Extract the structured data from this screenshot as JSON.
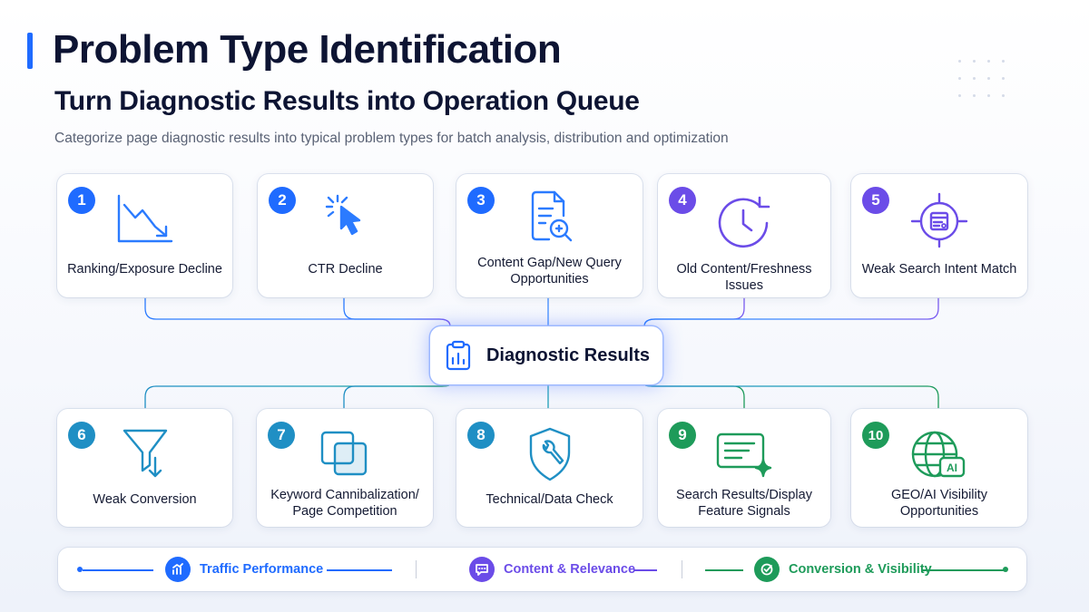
{
  "header": {
    "title": "Problem Type Identification",
    "subtitle": "Turn Diagnostic Results into Operation Queue",
    "description": "Categorize page diagnostic results into typical problem types for batch analysis, distribution and optimization"
  },
  "center": {
    "label": "Diagnostic Results",
    "icon": "clipboard-chart-icon"
  },
  "top_cards": [
    {
      "number": "1",
      "label": "Ranking/Exposure Decline",
      "icon": "trend-down-icon",
      "color": "#1f6bff"
    },
    {
      "number": "2",
      "label": "CTR Decline",
      "icon": "cursor-click-icon",
      "color": "#1f6bff"
    },
    {
      "number": "3",
      "label": "Content Gap/New Query Opportunities",
      "icon": "document-search-icon",
      "color": "#1f6bff"
    },
    {
      "number": "4",
      "label": "Old Content/Freshness Issues",
      "icon": "clock-refresh-icon",
      "color": "#6b4ce8"
    },
    {
      "number": "5",
      "label": "Weak Search Intent Match",
      "icon": "target-icon",
      "color": "#6b4ce8"
    }
  ],
  "bottom_cards": [
    {
      "number": "6",
      "label": "Weak Conversion",
      "icon": "funnel-icon",
      "color": "#1f8fc4"
    },
    {
      "number": "7",
      "label": "Keyword Cannibalization/ Page Competition",
      "icon": "overlap-squares-icon",
      "color": "#1f8fc4"
    },
    {
      "number": "8",
      "label": "Technical/Data Check",
      "icon": "shield-wrench-icon",
      "color": "#1f8fc4"
    },
    {
      "number": "9",
      "label": "Search Results/Display Feature Signals",
      "icon": "serp-sparkle-icon",
      "color": "#1e9b5a"
    },
    {
      "number": "10",
      "label": "GEO/AI Visibility Opportunities",
      "icon": "globe-ai-icon",
      "color": "#1e9b5a"
    }
  ],
  "legend": [
    {
      "label": "Traffic Performance",
      "icon": "chart-up-icon",
      "color": "#1f6bff"
    },
    {
      "label": "Content & Relevance",
      "icon": "message-icon",
      "color": "#6b4ce8"
    },
    {
      "label": "Conversion & Visibility",
      "icon": "target-check-icon",
      "color": "#1e9b5a"
    }
  ],
  "icon_text": {
    "ai": "AI"
  }
}
